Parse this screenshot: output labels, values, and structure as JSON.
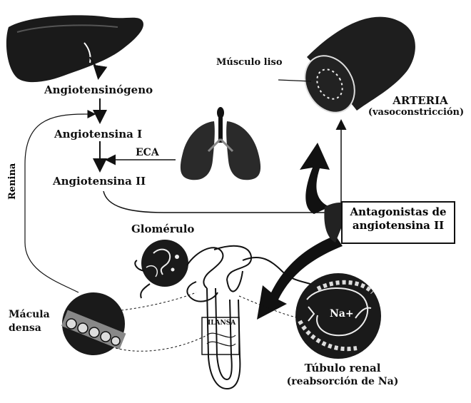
{
  "labels": {
    "angiotensinogeno": "Angiotensinógeno",
    "angiotensina1": "Angiotensina I",
    "angiotensina2": "Angiotensina II",
    "eca": "ECA",
    "renina": "Renina",
    "musculo_liso": "Músculo liso",
    "arteria": "ARTERIA",
    "vasoconstriccion": "(vasoconstricción)",
    "antagonistas_line1": "Antagonistas de",
    "antagonistas_line2": "angiotensina II",
    "glomerulo": "Glomérulo",
    "macula_line1": "Mácula",
    "macula_line2": "densa",
    "tubulo_line1": "Túbulo renal",
    "tubulo_line2": "(reabsorción de Na)",
    "na_plus": "Na+",
    "loop_tag": "ILANSA"
  }
}
